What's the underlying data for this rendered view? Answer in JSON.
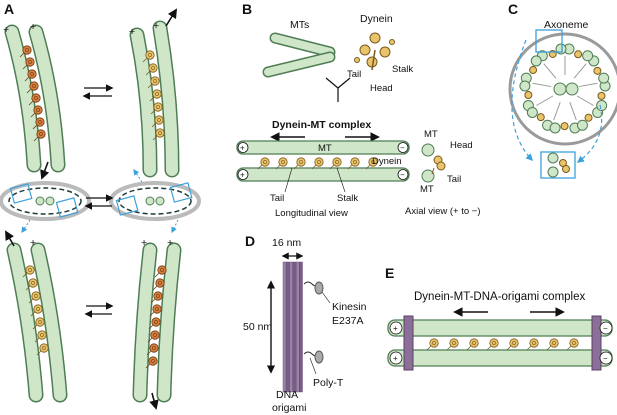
{
  "panels": {
    "a": "A",
    "b": "B",
    "c": "C",
    "d": "D",
    "e": "E"
  },
  "colors": {
    "mt_fill": "#cfe6c8",
    "mt_stroke": "#4f7d55",
    "dynein_yellow": "#e9c46a",
    "dynein_orange": "#d9803f",
    "origami": "#8b6f98",
    "arrow_blue": "#3ba0dc",
    "ring_gray": "#9a9a9a"
  },
  "panel_a": {
    "plus": "+"
  },
  "panel_b": {
    "mts": "MTs",
    "dynein": "Dynein",
    "tail": "Tail",
    "stalk": "Stalk",
    "head": "Head",
    "complex_title": "Dynein-MT complex",
    "mt": "MT",
    "dynein_label": "Dynein",
    "tail2": "Tail",
    "stalk2": "Stalk",
    "longitudinal": "Longitudinal view",
    "axial_mt_top": "MT",
    "axial_head": "Head",
    "axial_tail": "Tail",
    "axial_mt_bottom": "MT",
    "axial_view": "Axial view (+ to −)",
    "plus": "+",
    "minus": "−"
  },
  "panel_c": {
    "title": "Axoneme"
  },
  "panel_d": {
    "width": "16 nm",
    "height": "50 nm",
    "kinesin": "Kinesin",
    "mutant": "E237A",
    "polyt": "Poly-T",
    "dna": "DNA",
    "origami": "origami"
  },
  "panel_e": {
    "title": "Dynein-MT-DNA-origami complex",
    "plus": "+",
    "minus": "−"
  }
}
